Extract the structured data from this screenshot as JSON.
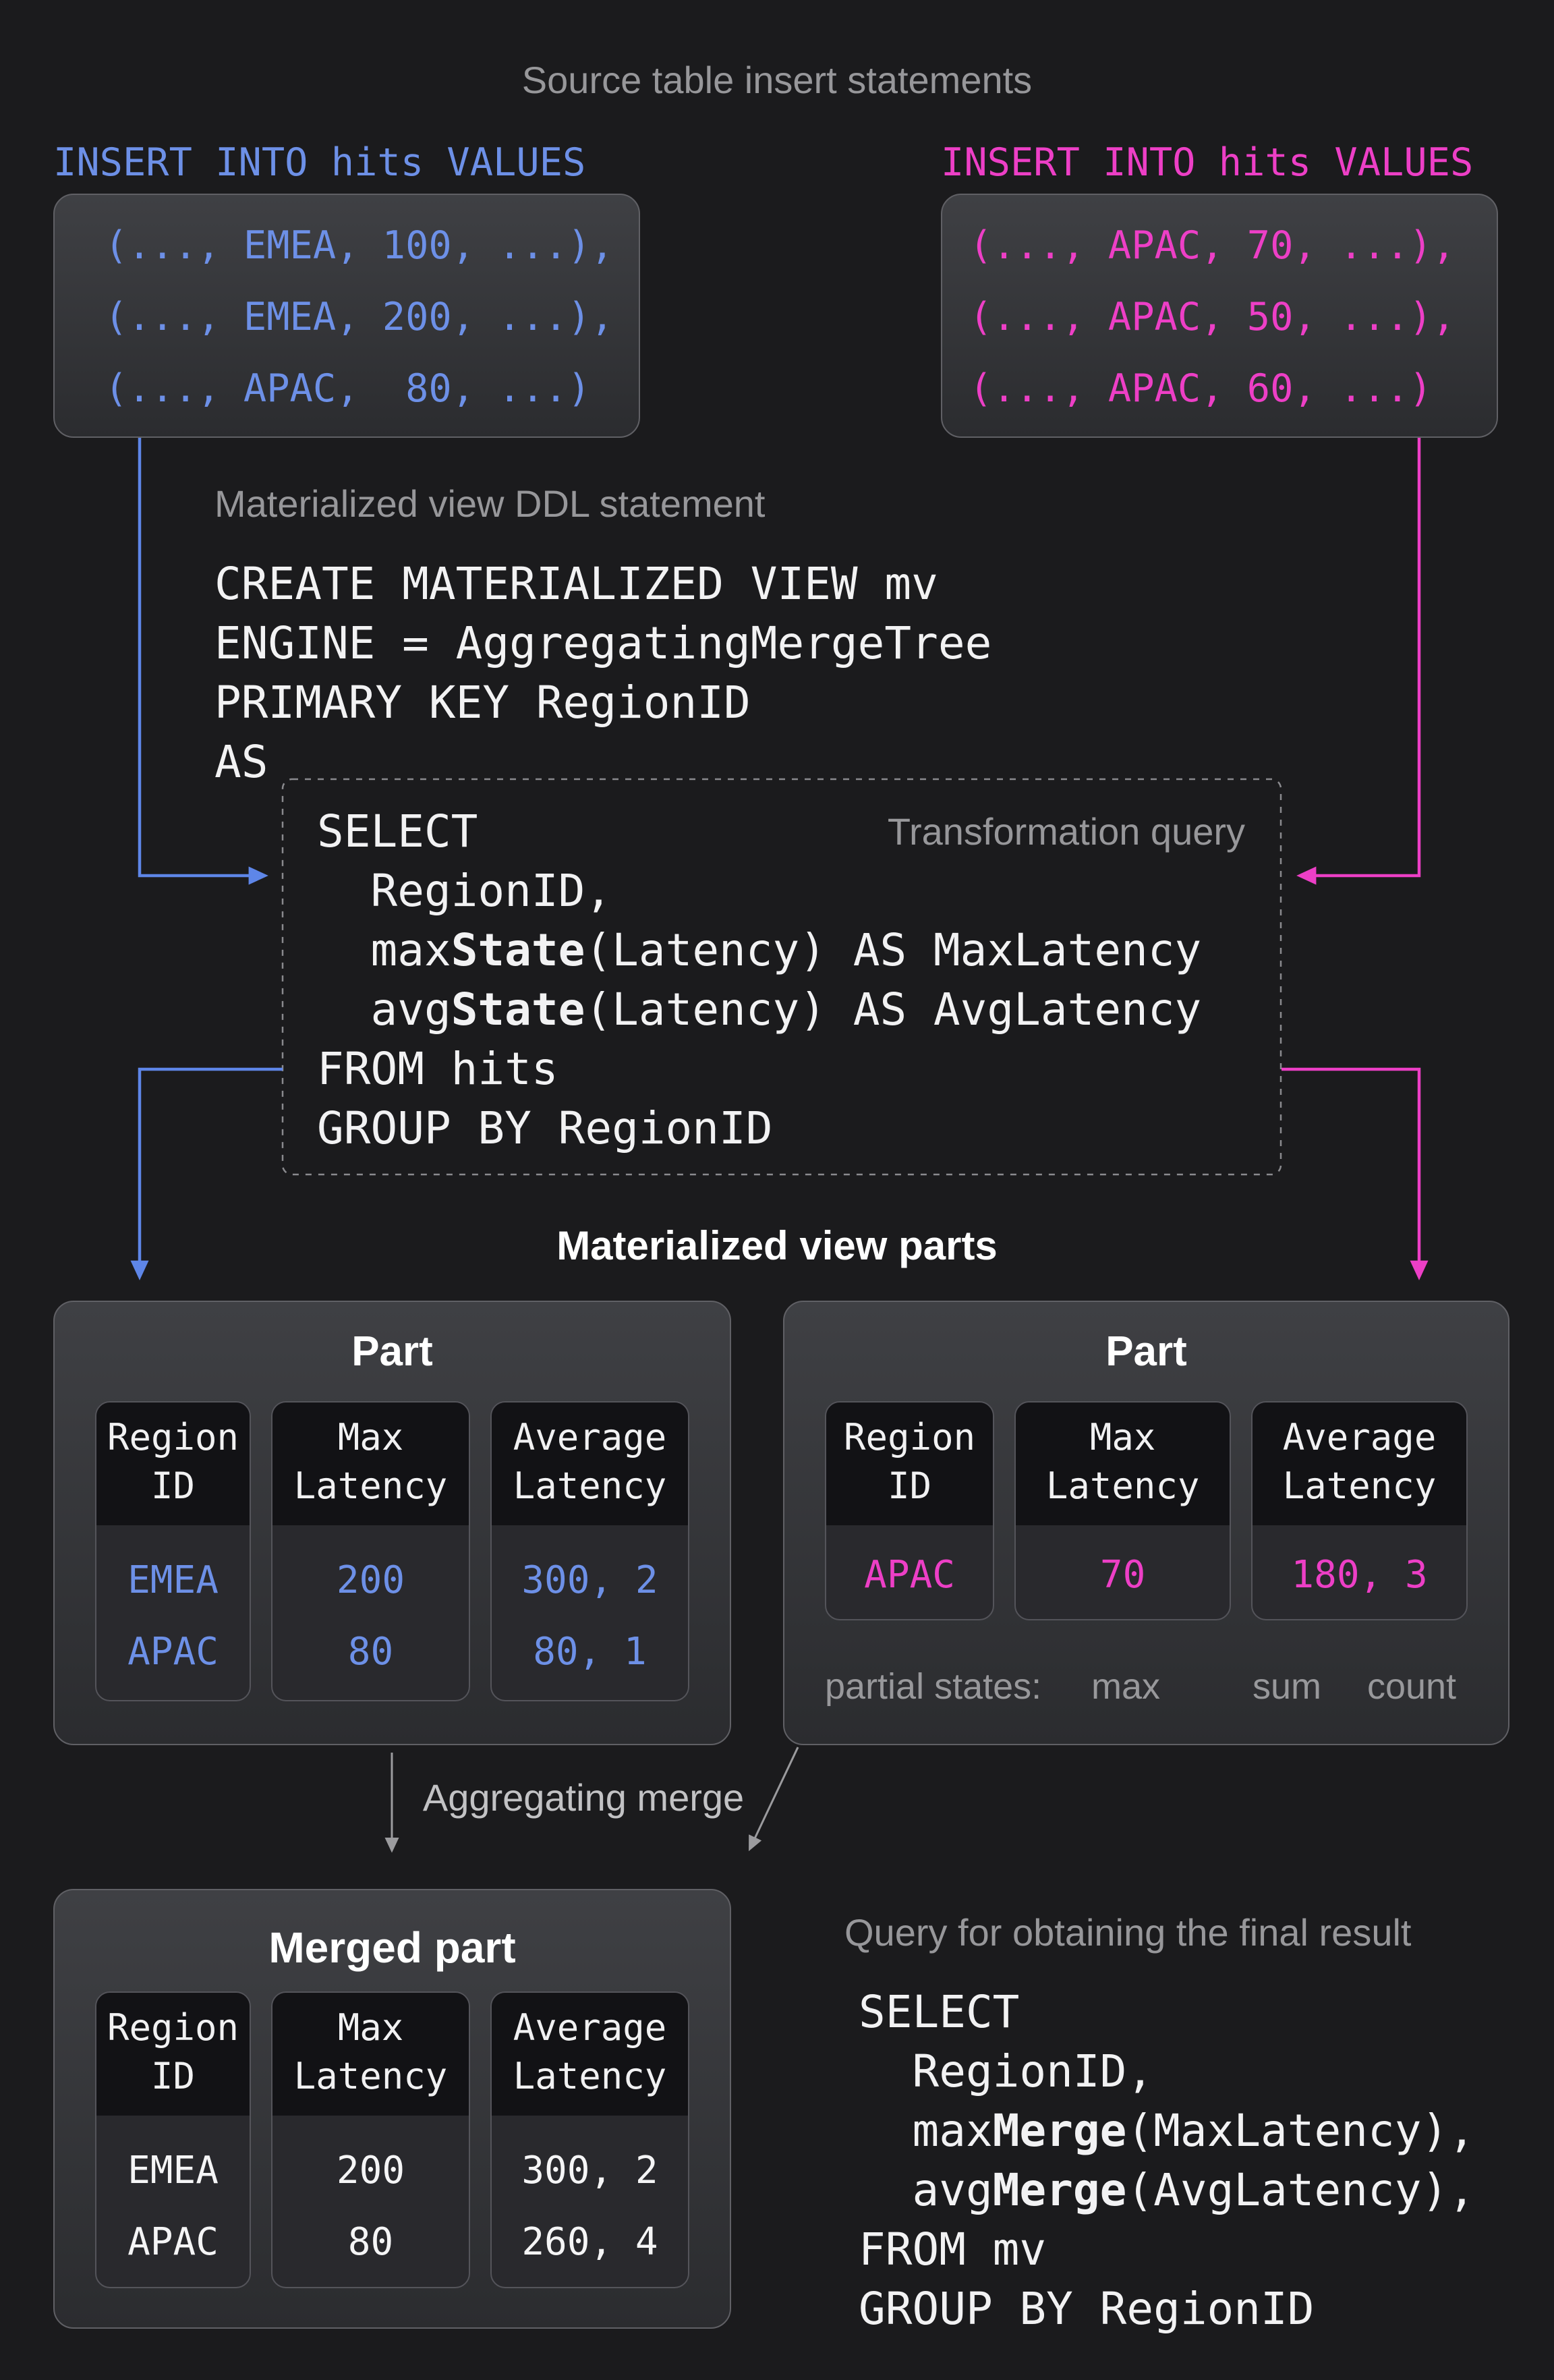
{
  "colors": {
    "background": "#1b1b1d",
    "blue": "#6d90e7",
    "pink": "#ed3fc6",
    "gray_label": "#97979a",
    "merge_label_gray": "#c2c2c4",
    "white": "#f2f2f3"
  },
  "header": {
    "title": "Source table insert statements"
  },
  "insert_left": {
    "label": "INSERT INTO hits VALUES",
    "lines": [
      "(..., EMEA, 100, ...),",
      "(..., EMEA, 200, ...),",
      "(..., APAC,  80, ...)"
    ]
  },
  "insert_right": {
    "label": "INSERT INTO hits VALUES",
    "lines": [
      "(..., APAC, 70, ...),",
      "(..., APAC, 50, ...),",
      "(..., APAC, 60, ...)"
    ]
  },
  "ddl": {
    "label": "Materialized view DDL statement",
    "lines": [
      "CREATE MATERIALIZED VIEW mv",
      "ENGINE = AggregatingMergeTree",
      "PRIMARY KEY RegionID",
      "AS"
    ]
  },
  "transform": {
    "label": "Transformation query",
    "lines": [
      [
        {
          "t": "SELECT"
        }
      ],
      [
        {
          "t": "  RegionID,"
        }
      ],
      [
        {
          "t": "  max"
        },
        {
          "t": "State",
          "b": true
        },
        {
          "t": "(Latency) AS MaxLatency"
        }
      ],
      [
        {
          "t": "  avg"
        },
        {
          "t": "State",
          "b": true
        },
        {
          "t": "(Latency) AS AvgLatency"
        }
      ],
      [
        {
          "t": "FROM hits"
        }
      ],
      [
        {
          "t": "GROUP BY RegionID"
        }
      ]
    ]
  },
  "parts_heading": "Materialized view parts",
  "part_left": {
    "title": "Part",
    "columns": [
      {
        "header": [
          "Region",
          "ID"
        ],
        "values": [
          "EMEA",
          "APAC"
        ]
      },
      {
        "header": [
          "Max",
          "Latency"
        ],
        "values": [
          "200",
          "80"
        ]
      },
      {
        "header": [
          "Average",
          "Latency"
        ],
        "values": [
          "300, 2",
          "80, 1"
        ]
      }
    ]
  },
  "part_right": {
    "title": "Part",
    "columns": [
      {
        "header": [
          "Region",
          "ID"
        ],
        "values": [
          "APAC"
        ]
      },
      {
        "header": [
          "Max",
          "Latency"
        ],
        "values": [
          "70"
        ]
      },
      {
        "header": [
          "Average",
          "Latency"
        ],
        "values": [
          "180, 3"
        ]
      }
    ],
    "partial_label": "partial states:",
    "partial_items": [
      "max",
      "sum",
      "count"
    ]
  },
  "merge_label": "Aggregating merge",
  "merged": {
    "title": "Merged part",
    "columns": [
      {
        "header": [
          "Region",
          "ID"
        ],
        "values": [
          "EMEA",
          "APAC"
        ]
      },
      {
        "header": [
          "Max",
          "Latency"
        ],
        "values": [
          "200",
          "80"
        ]
      },
      {
        "header": [
          "Average",
          "Latency"
        ],
        "values": [
          "300, 2",
          "260, 4"
        ]
      }
    ]
  },
  "final": {
    "label": "Query for obtaining the final result",
    "lines": [
      [
        {
          "t": "SELECT"
        }
      ],
      [
        {
          "t": "  RegionID,"
        }
      ],
      [
        {
          "t": "  max"
        },
        {
          "t": "Merge",
          "b": true
        },
        {
          "t": "(MaxLatency),"
        }
      ],
      [
        {
          "t": "  avg"
        },
        {
          "t": "Merge",
          "b": true
        },
        {
          "t": "(AvgLatency),"
        }
      ],
      [
        {
          "t": "FROM mv"
        }
      ],
      [
        {
          "t": "GROUP BY RegionID"
        }
      ]
    ]
  }
}
